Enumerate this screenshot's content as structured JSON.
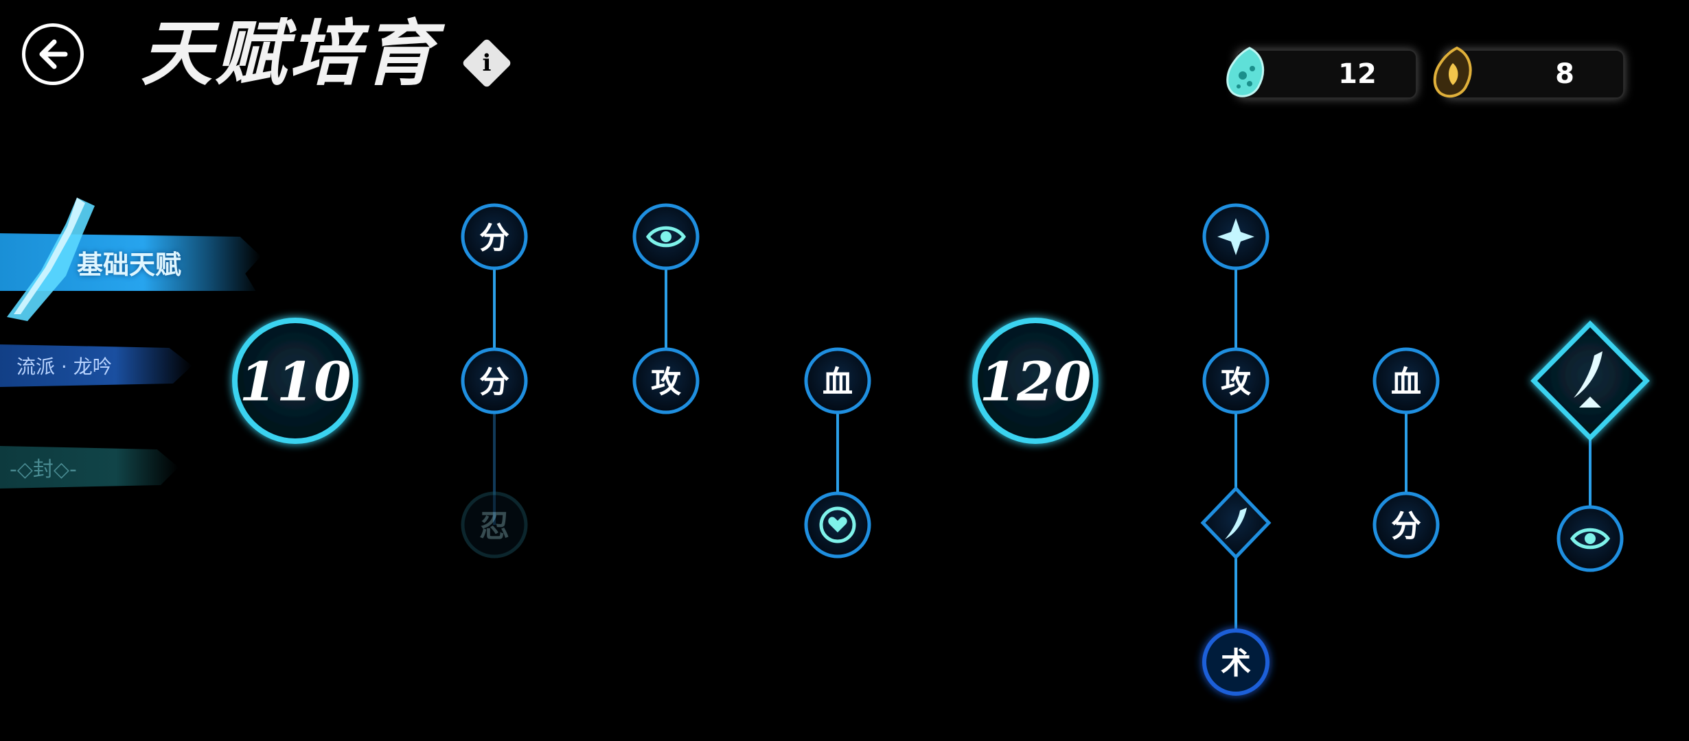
{
  "header": {
    "title": "天赋培育"
  },
  "currencies": [
    {
      "name": "cyan-gem",
      "amount": "12",
      "color": "#3fd3d0"
    },
    {
      "name": "gold-gem",
      "amount": "8",
      "color": "#d6a12a"
    }
  ],
  "tabs": [
    {
      "label": "基础天赋",
      "state": "active"
    },
    {
      "label": "流派 · 龙吟",
      "state": "normal"
    },
    {
      "label": "-◇封◇-",
      "state": "locked"
    }
  ],
  "tree": {
    "milestones": [
      "110",
      "120"
    ],
    "nodes": {
      "n1_top": "分",
      "n1_mid": "分",
      "n1_bot": "忍",
      "n2_mid": "攻",
      "n3_mid": "血",
      "n4_mid": "攻",
      "n4_bot2": "术",
      "n5_mid": "血",
      "n5_bot": "分"
    }
  },
  "colors": {
    "accent": "#1fa3ff",
    "glow": "#35c8ff",
    "node_fill": "#04111f",
    "locked": "#1b5564"
  }
}
